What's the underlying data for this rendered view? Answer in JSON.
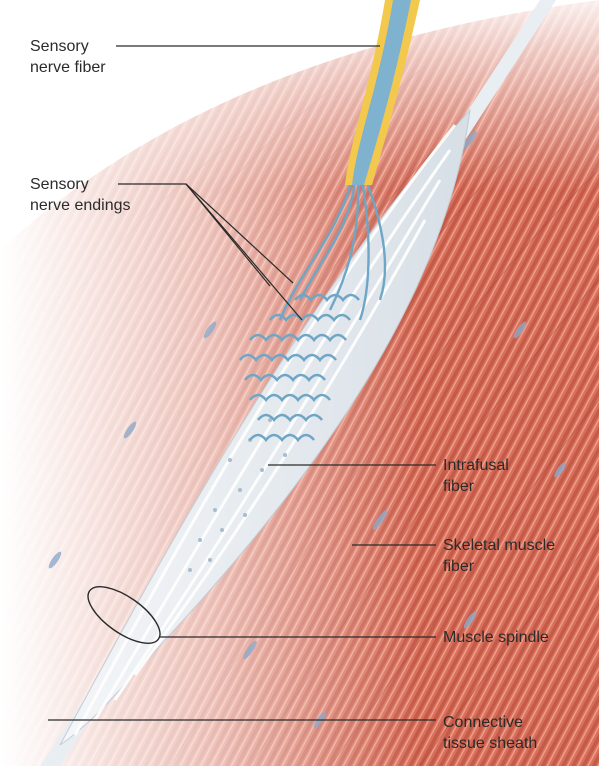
{
  "labels": {
    "sensory_nerve_fiber": [
      "Sensory",
      "nerve fiber"
    ],
    "sensory_nerve_endings": [
      "Sensory",
      "nerve endings"
    ],
    "intrafusal_fiber": [
      "Intrafusal",
      "fiber"
    ],
    "skeletal_muscle_fiber": [
      "Skeletal muscle",
      "fiber"
    ],
    "muscle_spindle": [
      "Muscle spindle"
    ],
    "connective_tissue_sheath": [
      "Connective",
      "tissue sheath"
    ]
  },
  "colors": {
    "muscle": "#d9705c",
    "muscle_dark": "#b9503f",
    "muscle_light": "#eb9c88",
    "spindle": "#e9eef2",
    "nerve_blue": "#7fb2cf",
    "nerve_yellow": "#f2c94c",
    "leader": "#2b2b2b"
  }
}
